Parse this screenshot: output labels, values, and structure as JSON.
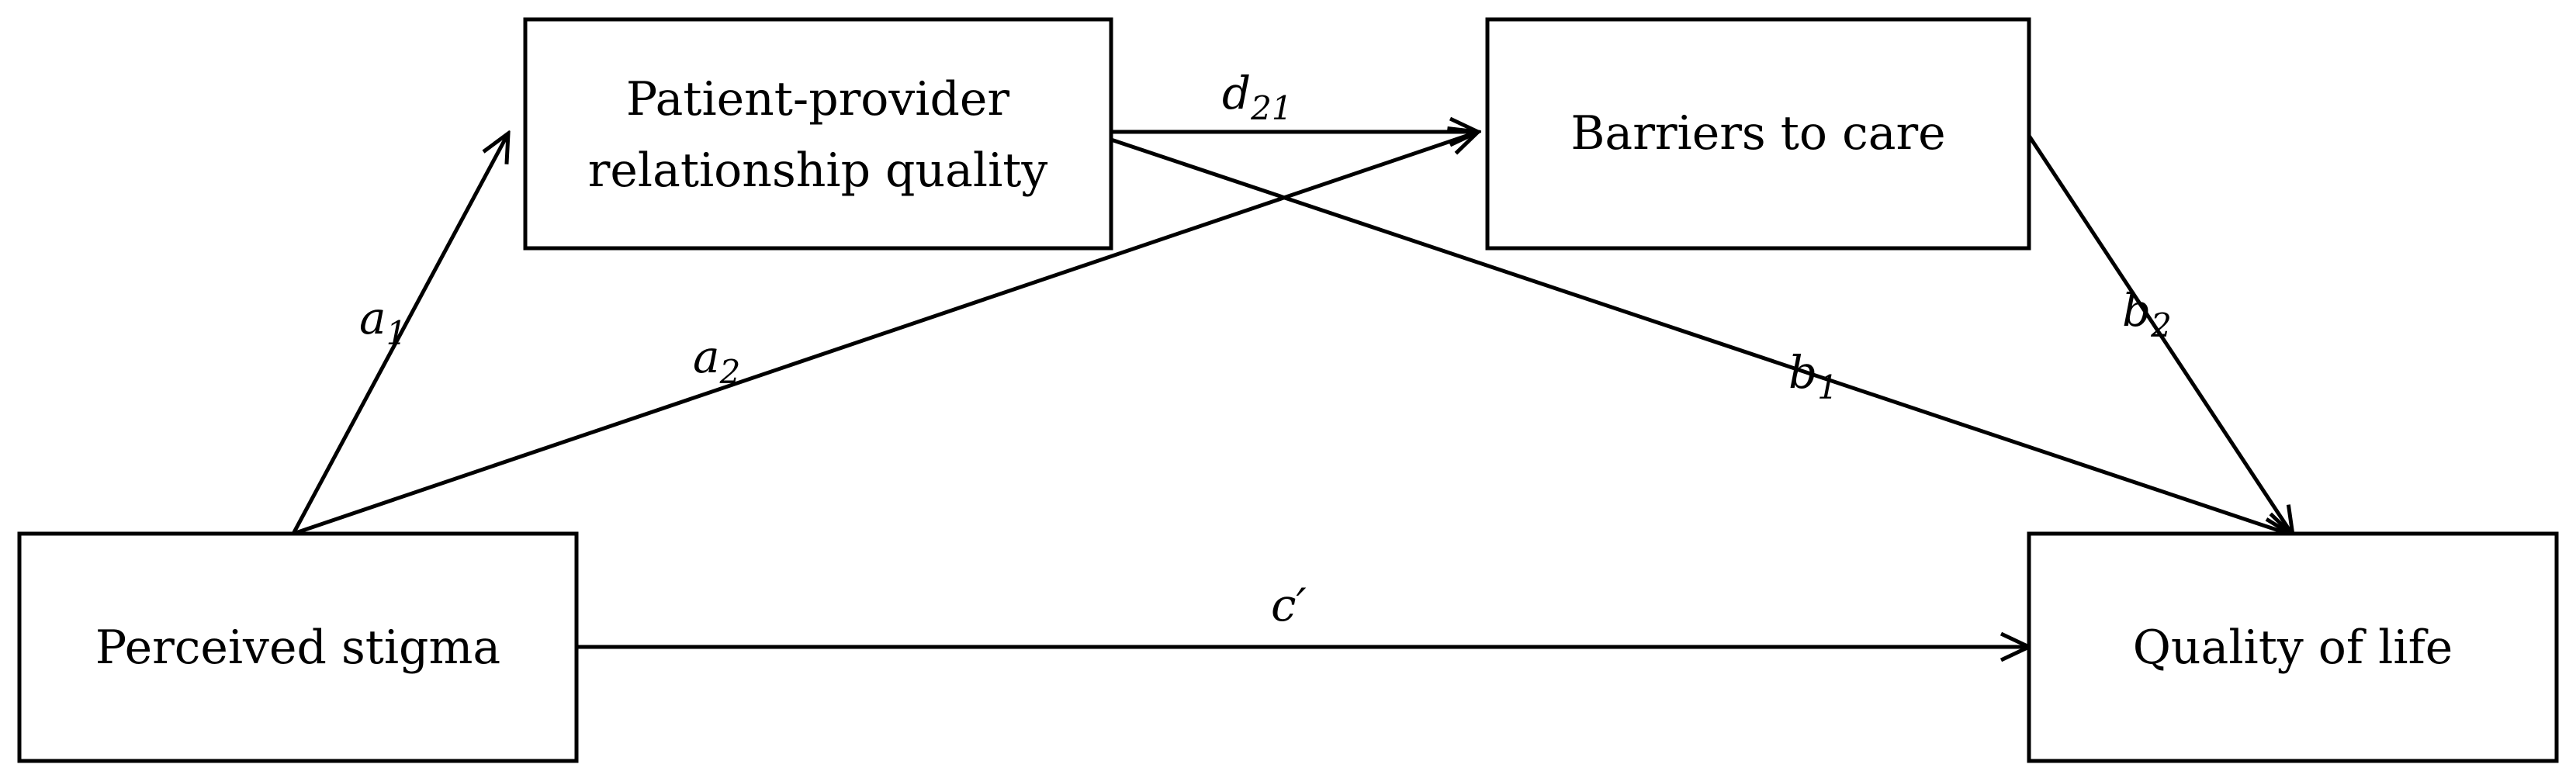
{
  "nodes": {
    "patient_provider": {
      "line1": "Patient-provider",
      "line2": "relationship quality"
    },
    "barriers": {
      "label": "Barriers to care"
    },
    "stigma": {
      "label": "Perceived stigma"
    },
    "qol": {
      "label": "Quality of life"
    }
  },
  "paths": {
    "a1": {
      "main": "a",
      "sub": "1"
    },
    "a2": {
      "main": "a",
      "sub": "2"
    },
    "d21": {
      "main": "d",
      "sub": "21"
    },
    "b1": {
      "main": "b",
      "sub": "1"
    },
    "b2": {
      "main": "b",
      "sub": "2"
    },
    "c_prime": {
      "label": "c′"
    }
  }
}
